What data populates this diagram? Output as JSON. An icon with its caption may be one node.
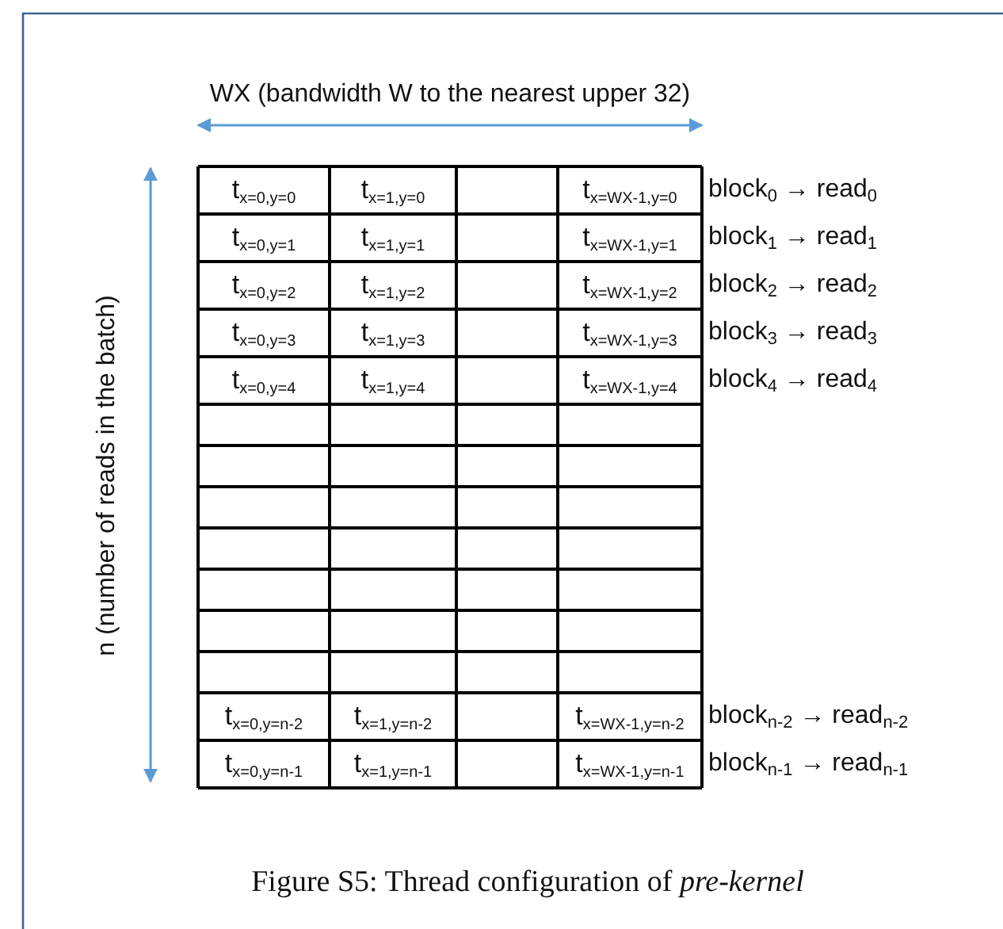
{
  "diagram": {
    "caption": "Figure S5: Thread configuration of *pre-kernel*",
    "labels": [
      "WX (bandwidth W to the nearest upper 32)",
      "n (number of reads in the batch)",
      "t$_{x=0,y=0}$",
      "t$_{x=1,y=0}$",
      "t$_{x=WX-1,y=0}$",
      "block$_{0}$ → read$_{0}$",
      "t$_{x=0,y=1}$",
      "t$_{x=1,y=1}$",
      "t$_{x=WX-1,y=1}$",
      "block$_{1}$ → read$_{1}$",
      "t$_{x=0,y=2}$",
      "t$_{x=1,y=2}$",
      "t$_{x=WX-1,y=2}$",
      "block$_{2}$ → read$_{2}$",
      "t$_{x=0,y=3}$",
      "t$_{x=1,y=3}$",
      "t$_{x=WX-1,y=3}$",
      "block$_{3}$ → read$_{3}$",
      "t$_{x=0,y=4}$",
      "t$_{x=1,y=4}$",
      "t$_{x=WX-1,y=4}$",
      "block$_{4}$ → read$_{4}$",
      "t$_{x=0,y=n-2}$",
      "t$_{x=1,y=n-2}$",
      "t$_{x=WX-1,y=n-2}$",
      "block$_{n-2}$ → read$_{n-2}$",
      "t$_{x=0,y=n-1}$",
      "t$_{x=1,y=n-1}$",
      "t$_{x=WX-1,y=n-1}$",
      "block$_{n-1}$ → read$_{n-1}$"
    ]
  }
}
